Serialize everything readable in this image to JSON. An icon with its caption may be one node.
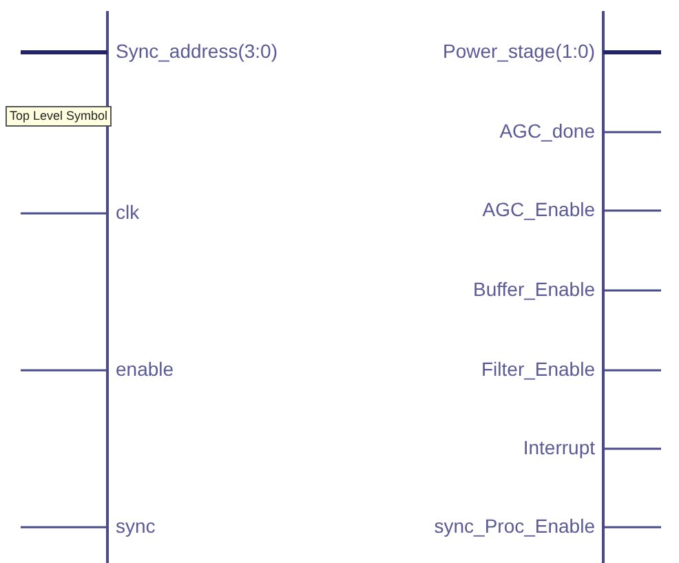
{
  "diagram": {
    "labels": [
      "Sync_address(3:0)",
      "Power_stage(1:0)",
      "Top Level Symbol",
      "AGC_done",
      "clk",
      "AGC_Enable",
      "Buffer_Enable",
      "enable",
      "Filter_Enable",
      "Interrupt",
      "sync",
      "sync_Proc_Enable"
    ]
  }
}
